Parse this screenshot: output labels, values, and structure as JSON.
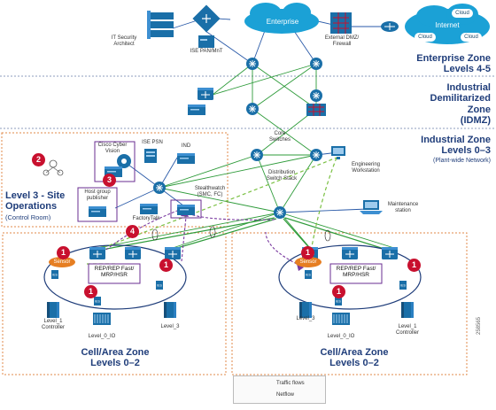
{
  "zones": {
    "enterprise": {
      "title_1": "Enterprise Zone",
      "title_2": "Levels 4-5"
    },
    "idmz": {
      "title_1": "Industrial",
      "title_2": "Demilitarized",
      "title_3": "Zone",
      "title_4": "(IDMZ)"
    },
    "industrial": {
      "title_1": "Industrial Zone",
      "title_2": "Levels 0–3",
      "subtitle": "(Plant-wide Network)"
    },
    "site_ops": {
      "title_1": "Level 3 - Site",
      "title_2": "Operations",
      "subtitle": "(Control Room)"
    },
    "cell_left": {
      "title_1": "Cell/Area Zone",
      "title_2": "Levels 0–2"
    },
    "cell_right": {
      "title_1": "Cell/Area Zone",
      "title_2": "Levels 0–2"
    }
  },
  "labels": {
    "enterprise_cloud": "Enterprise",
    "internet_cloud": "Internet",
    "cloud_small_1": "Cloud",
    "cloud_small_2": "Cloud",
    "cloud_small_3": "Cloud",
    "it_security_1": "IT Security",
    "it_security_2": "Architect",
    "ise_pan": "ISE PAN/MnT",
    "ext_dmz_1": "External DMZ/",
    "ext_dmz_2": "Firewall",
    "core_1": "Core",
    "core_2": "Switches",
    "dist_1": "Distribution",
    "dist_2": "Switch Stack",
    "eng_1": "Engineering",
    "eng_2": "Workstation",
    "maint_1": "Maintenance",
    "maint_2": "station",
    "cyber_1": "Cisco Cyber",
    "cyber_2": "Vision",
    "ise_psn": "ISE PSN",
    "ind": "IND",
    "hostgroup_1": "Host group",
    "hostgroup_2": "publisher",
    "stealth_1": "Stealthwatch",
    "stealth_2": "(SMC, FC)",
    "factorytalk": "FactoryTalk",
    "sensor_left": "Sensor",
    "sensor_right": "Sensor",
    "rep_l_1": "REP/REP Fast/",
    "rep_l_2": "MRP/HSR",
    "rep_r_1": "REP/REP Fast/",
    "rep_r_2": "MRP/HSR",
    "l1_ctrl_left_1": "Level_1",
    "l1_ctrl_left_2": "Controller",
    "l0_io_left": "Level_0_IO",
    "l3_left": "Level_3",
    "l3_right": "Level_3",
    "l0_io_right": "Level_0_IO",
    "l1_ctrl_right_1": "Level_1",
    "l1_ctrl_right_2": "Controller",
    "figure_id": "258565"
  },
  "badges": {
    "b1": "1",
    "b2": "2",
    "b3": "3",
    "b4": "4"
  },
  "legend": {
    "traffic": "Traffic flows",
    "netflow": "Netflow"
  },
  "colors": {
    "zone_text": "#1f3d7a",
    "device": "#1a6fa8",
    "device_light": "#3d8fd1",
    "cloud": "#1ba1d6",
    "link_green": "#2e9b3a",
    "link_blue": "#2a5aa8",
    "traffic_flow": "#7ac043",
    "netflow": "#7a3aa0",
    "badge": "#c8102e",
    "zone_border": "#e0894a",
    "sensor": "#e67e22"
  }
}
